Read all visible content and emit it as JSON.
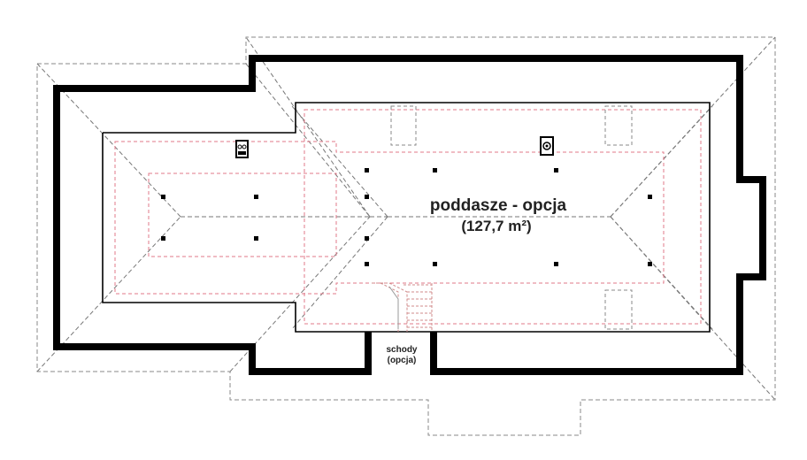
{
  "room": {
    "name": "poddasze - opcja",
    "area": "(127,7 m²)"
  },
  "stairs": {
    "line1": "schody",
    "line2": "(opcja)"
  },
  "colors": {
    "wall": "#000000",
    "roof_outline": "#8a8a8a",
    "knee_wall": "#e07a8a",
    "stairs": "#d08b8b",
    "text": "#222222"
  },
  "icons": [
    "chimney-icon",
    "chimney-icon",
    "structural-post-icon"
  ]
}
